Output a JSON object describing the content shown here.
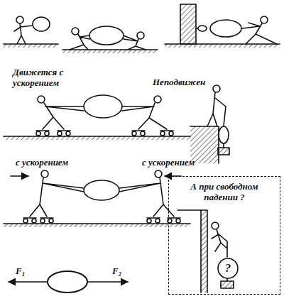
{
  "diagram": {
    "nodes": [
      {
        "text": [
          "А при свободном падении ?"
        ]
      },
      {
        "text": [
          "?"
        ],
        "in": 0
      }
    ],
    "labels": [
      "Движется с ускорением",
      "Неподвижен",
      "с ускорением",
      "с ускорением",
      "F₁",
      "F₂"
    ]
  }
}
